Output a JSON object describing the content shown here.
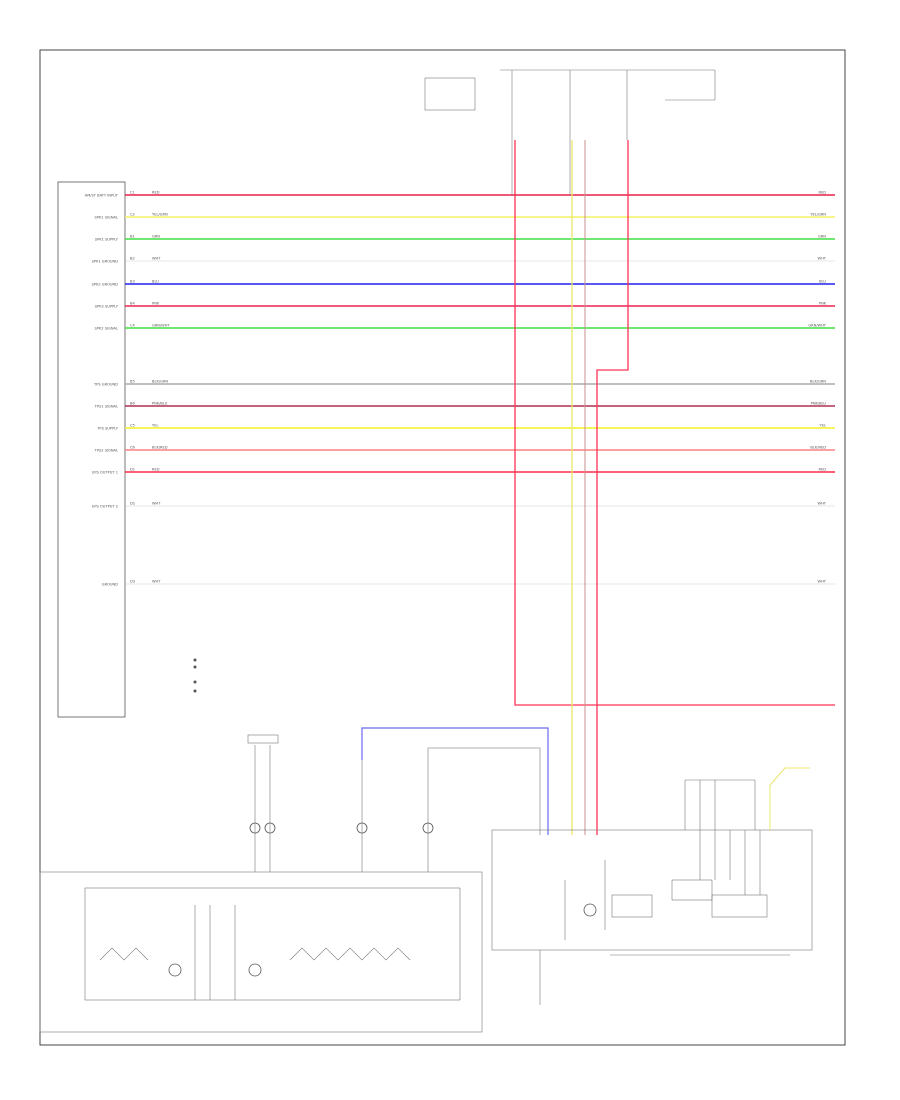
{
  "diagram": {
    "module_pins": [
      {
        "pin": "C1",
        "label": "AM/ST BATT INPUT",
        "wire": "RED",
        "color": "#e8204a",
        "right_tag": "RED"
      },
      {
        "pin": "C2",
        "label": "SPK1 SIGNAL",
        "wire": "YEL/GRN",
        "color": "#f2f266",
        "right_tag": "YEL/GRN"
      },
      {
        "pin": "B1",
        "label": "SPK1 SUPPLY",
        "wire": "GRN",
        "color": "#44dd44",
        "right_tag": "GRN"
      },
      {
        "pin": "B2",
        "label": "SPK1 GROUND",
        "wire": "WHT",
        "color": "#cfcfcf",
        "right_tag": "WHT"
      },
      {
        "pin": "B3",
        "label": "SPK2 GROUND",
        "wire": "BLU",
        "color": "#2222ee",
        "right_tag": "BLU"
      },
      {
        "pin": "B4",
        "label": "SPK2 SUPPLY",
        "wire": "PNK",
        "color": "#ee2255",
        "right_tag": "PNK"
      },
      {
        "pin": "C4",
        "label": "SPK2 SIGNAL",
        "wire": "GRN/WHT",
        "color": "#44dd44",
        "right_tag": "GRN/WHT"
      },
      {
        "pin": "B5",
        "label": "TPS GROUND",
        "wire": "BLK/GRN",
        "color": "#aaaaaa",
        "right_tag": "BLK/GRN"
      },
      {
        "pin": "B6",
        "label": "TPS1 SIGNAL",
        "wire": "PNK/BLU",
        "color": "#b0314f",
        "right_tag": "PNK/BLU"
      },
      {
        "pin": "C5",
        "label": "TPS SUPPLY",
        "wire": "YEL",
        "color": "#f2f222",
        "right_tag": "YEL"
      },
      {
        "pin": "C6",
        "label": "TPS2 SIGNAL",
        "wire": "BLK/RED",
        "color": "#ff8080",
        "right_tag": "BLK/RED"
      },
      {
        "pin": "D1",
        "label": "EPS OUTPUT 1",
        "wire": "RED",
        "color": "#ff2a4a",
        "right_tag": "RED"
      },
      {
        "pin": "D2",
        "label": "EPS OUTPUT 2",
        "wire": "WHT",
        "color": "#cccccc",
        "right_tag": "WHT"
      },
      {
        "pin": "D3",
        "label": "GROUND",
        "wire": "WHT",
        "color": "#cccccc",
        "right_tag": "WHT"
      }
    ]
  }
}
